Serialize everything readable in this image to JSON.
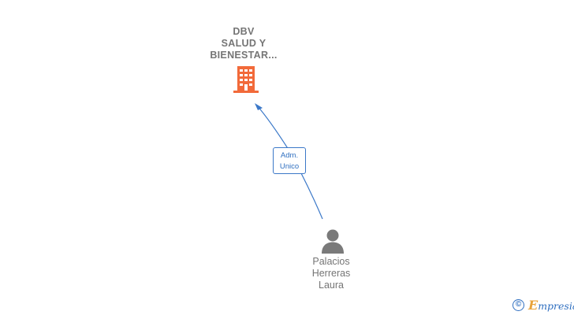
{
  "company": {
    "name_lines": [
      "DBV",
      "SALUD Y",
      "BIENESTAR..."
    ],
    "icon": "building-icon",
    "icon_color": "#f26a3a"
  },
  "relation": {
    "label_lines": [
      "Adm.",
      "Unico"
    ],
    "line_color": "#3b78c8"
  },
  "person": {
    "name_lines": [
      "Palacios",
      "Herreras",
      "Laura"
    ],
    "icon": "person-icon",
    "icon_color": "#7a7a7a"
  },
  "watermark": {
    "copyright_symbol": "©",
    "brand_first_letter": "E",
    "brand_rest": "mpresia"
  }
}
